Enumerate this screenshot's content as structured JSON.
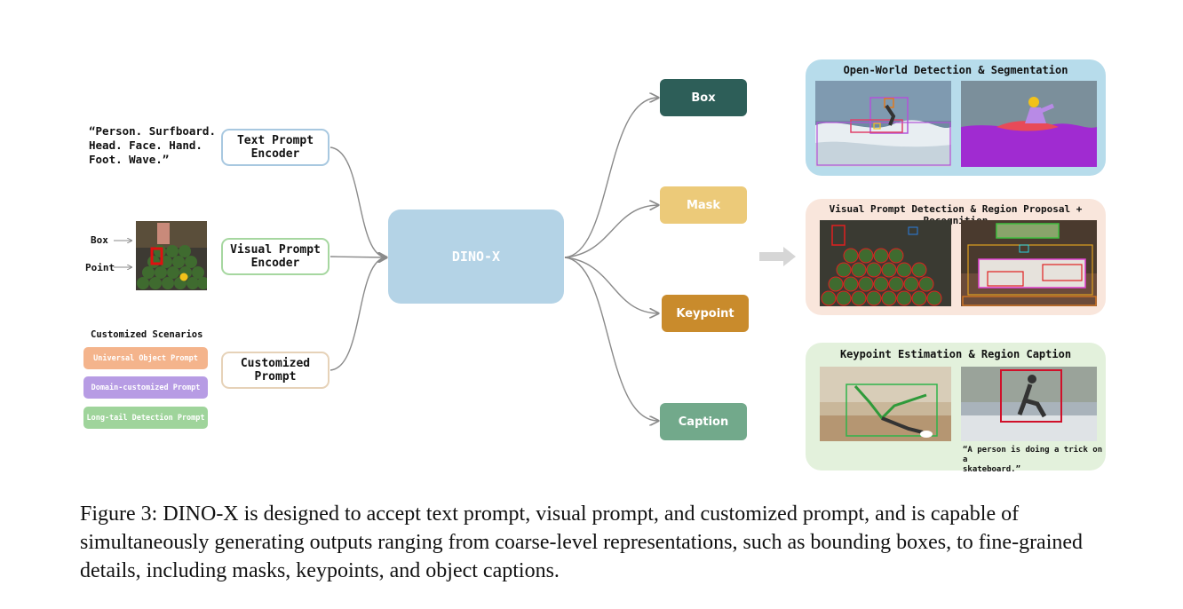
{
  "inputs": {
    "text_prompt_example": "“Person. Surfboard.\nHead. Face. Hand.\nFoot. Wave.”",
    "box_label": "Box",
    "point_label": "Point",
    "scenarios_title": "Customized Scenarios",
    "scenarios": [
      {
        "label": "Universal Object Prompt",
        "color": "#f4b48c"
      },
      {
        "label": "Domain-customized Prompt",
        "color": "#b79ce4"
      },
      {
        "label": "Long-tail Detection Prompt",
        "color": "#9fd49b"
      }
    ]
  },
  "encoders": [
    {
      "label": "Text Prompt\nEncoder",
      "border": "#a8c8e0"
    },
    {
      "label": "Visual Prompt\nEncoder",
      "border": "#a6d7a0"
    },
    {
      "label": "Customized\nPrompt",
      "border": "#e6d2b8"
    }
  ],
  "model": {
    "label": "DINO-X",
    "color": "#b4d3e6"
  },
  "outputs": [
    {
      "label": "Box",
      "color": "#2d5e58"
    },
    {
      "label": "Mask",
      "color": "#ecca79"
    },
    {
      "label": "Keypoint",
      "color": "#c98b2c"
    },
    {
      "label": "Caption",
      "color": "#72a98b"
    }
  ],
  "panels": [
    {
      "title": "Open-World Detection & Segmentation",
      "bg": "#b7dceb"
    },
    {
      "title": "Visual Prompt Detection & Region Proposal + Recognition",
      "bg": "#f9e6dc"
    },
    {
      "title": "Keypoint Estimation & Region Caption",
      "bg": "#e3f1dc",
      "region_caption": "“A person is doing a trick on a\nskateboard.”"
    }
  ],
  "figure_caption": "Figure 3: DINO-X is designed to accept text prompt, visual prompt, and customized prompt, and is capable of simultaneously generating outputs ranging from coarse-level representations, such as bounding boxes, to fine-grained details, including masks, keypoints, and object captions."
}
